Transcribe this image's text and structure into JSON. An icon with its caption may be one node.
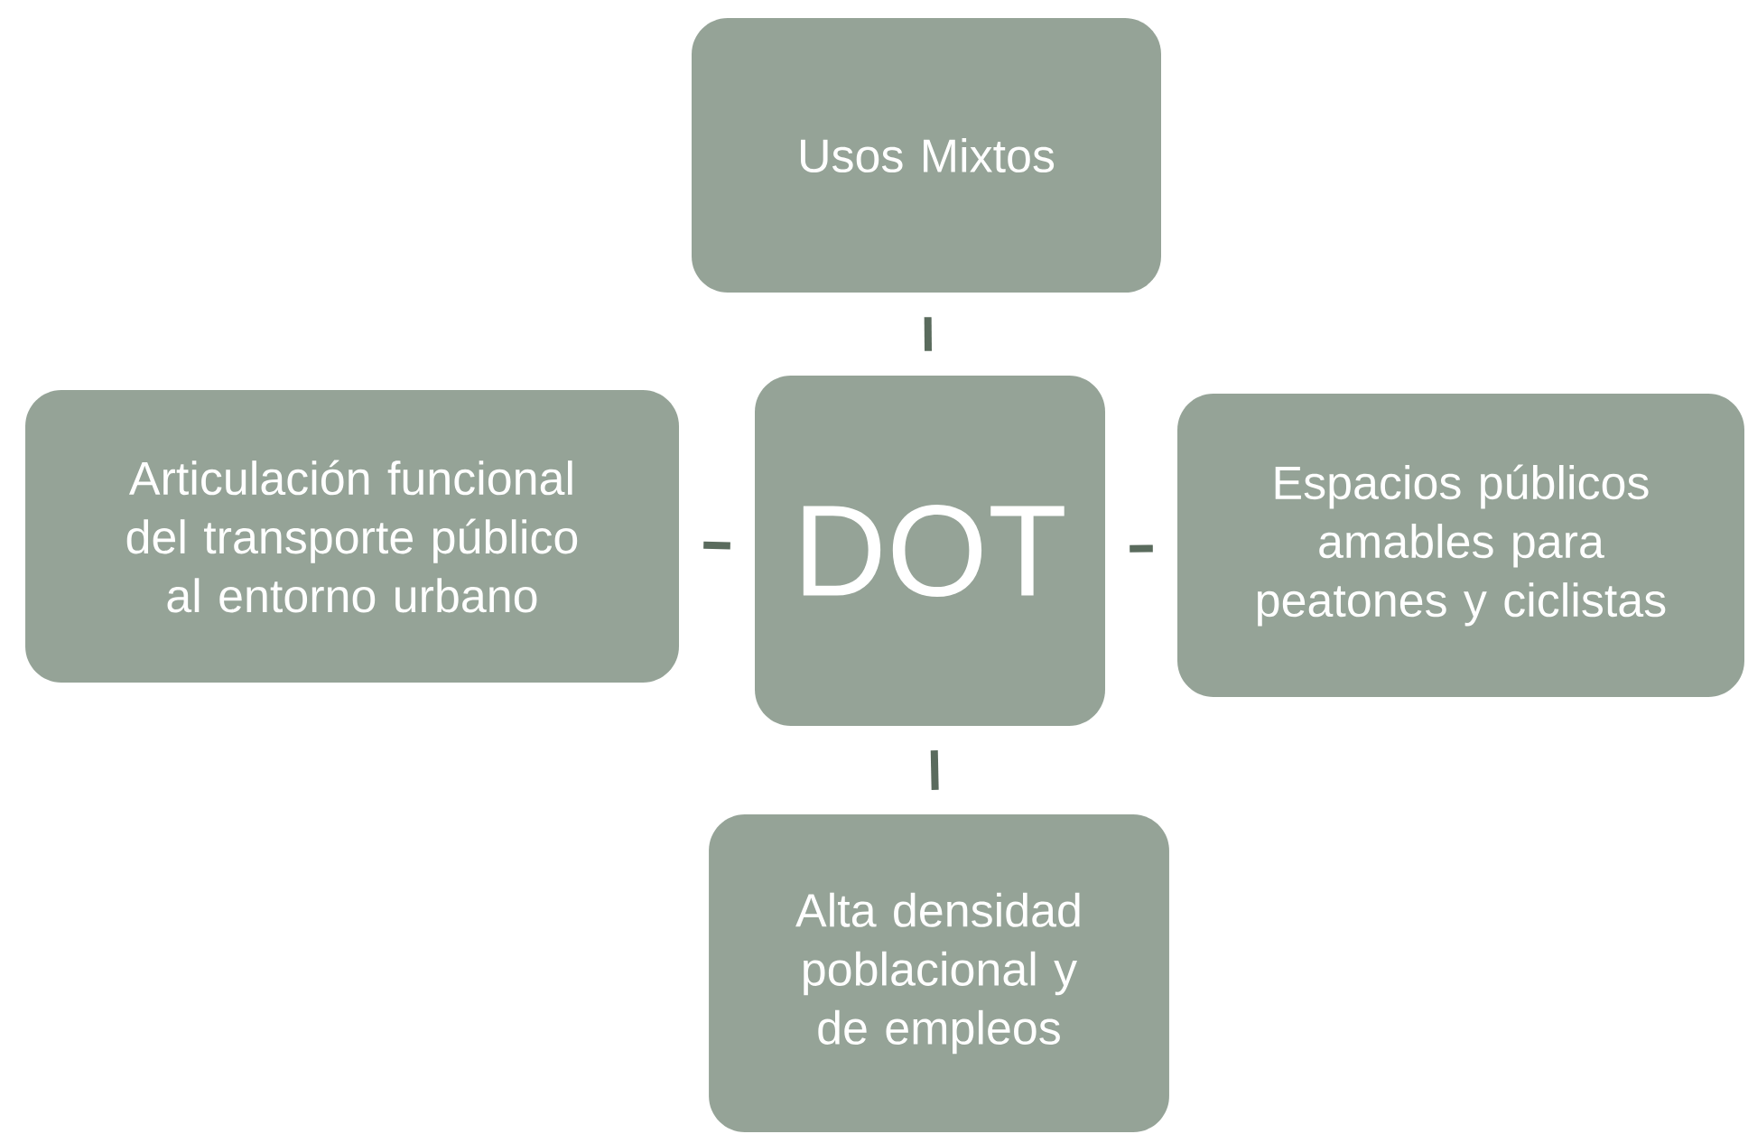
{
  "diagram": {
    "nodes": [
      {
        "text": [
          "Usos Mixtos"
        ]
      },
      {
        "text": [
          "Articulación funcional del transporte público al entorno urbano"
        ]
      },
      {
        "text": [
          "DOT"
        ]
      },
      {
        "text": [
          "Espacios públicos amables para peatones y ciclistas"
        ]
      },
      {
        "text": [
          "Alta densidad poblacional y de empleos"
        ]
      }
    ],
    "edges": [
      {
        "from": 2,
        "to": 0,
        "arrow": "none"
      },
      {
        "from": 2,
        "to": 1,
        "arrow": "none"
      },
      {
        "from": 2,
        "to": 3,
        "arrow": "none"
      },
      {
        "from": 2,
        "to": 4,
        "arrow": "none"
      }
    ]
  }
}
